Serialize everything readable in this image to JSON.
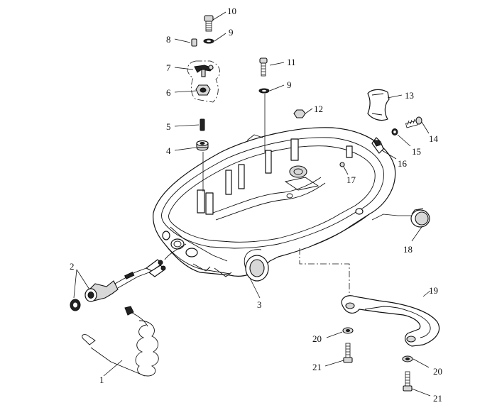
{
  "callouts": [
    {
      "id": "c1",
      "text": "1"
    },
    {
      "id": "c2",
      "text": "2"
    },
    {
      "id": "c3",
      "text": "3"
    },
    {
      "id": "c4",
      "text": "4"
    },
    {
      "id": "c5",
      "text": "5"
    },
    {
      "id": "c6",
      "text": "6"
    },
    {
      "id": "c7",
      "text": "7"
    },
    {
      "id": "c8",
      "text": "8"
    },
    {
      "id": "c9a",
      "text": "9"
    },
    {
      "id": "c9b",
      "text": "9"
    },
    {
      "id": "c10",
      "text": "10"
    },
    {
      "id": "c11",
      "text": "11"
    },
    {
      "id": "c12",
      "text": "12"
    },
    {
      "id": "c13",
      "text": "13"
    },
    {
      "id": "c14",
      "text": "14"
    },
    {
      "id": "c15",
      "text": "15"
    },
    {
      "id": "c16",
      "text": "16"
    },
    {
      "id": "c17",
      "text": "17"
    },
    {
      "id": "c18",
      "text": "18"
    },
    {
      "id": "c19",
      "text": "19"
    },
    {
      "id": "c20a",
      "text": "20"
    },
    {
      "id": "c20b",
      "text": "20"
    },
    {
      "id": "c21a",
      "text": "21"
    },
    {
      "id": "c21b",
      "text": "21"
    }
  ]
}
